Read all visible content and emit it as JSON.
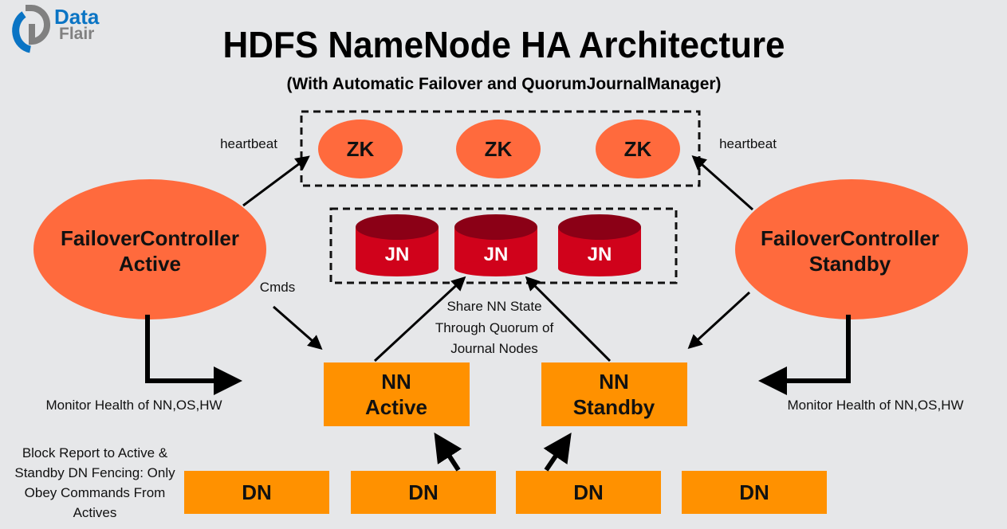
{
  "logo": {
    "line1": "Data",
    "line2": "Flair"
  },
  "title": "HDFS NameNode HA Architecture",
  "subtitle": "(With Automatic Failover and QuorumJournalManager)",
  "zookeeper": [
    "ZK",
    "ZK",
    "ZK"
  ],
  "journal_nodes": [
    "JN",
    "JN",
    "JN"
  ],
  "failover_active": {
    "line1": "FailoverController",
    "line2": "Active"
  },
  "failover_standby": {
    "line1": "FailoverController",
    "line2": "Standby"
  },
  "nn_active": {
    "line1": "NN",
    "line2": "Active"
  },
  "nn_standby": {
    "line1": "NN",
    "line2": "Standby"
  },
  "data_nodes": [
    "DN",
    "DN",
    "DN",
    "DN"
  ],
  "labels": {
    "heartbeat_left": "heartbeat",
    "heartbeat_right": "heartbeat",
    "cmds": "Cmds",
    "share": [
      "Share NN State",
      "Through Quorum of",
      "Journal Nodes"
    ],
    "monitor_left": "Monitor Health of NN,OS,HW",
    "monitor_right": "Monitor Health of NN,OS,HW",
    "block_report": [
      "Block Report to Active &",
      "Standby DN Fencing: Only",
      "Obey Commands From",
      "Actives"
    ]
  },
  "colors": {
    "background": "#e6e7e9",
    "zk": "#ff6a3d",
    "failover": "#ff6a3d",
    "jn": "#d0021b",
    "jn_top": "#8b0016",
    "nn": "#ff9100",
    "logo_blue": "#0a74c4",
    "logo_gray": "#808080"
  }
}
